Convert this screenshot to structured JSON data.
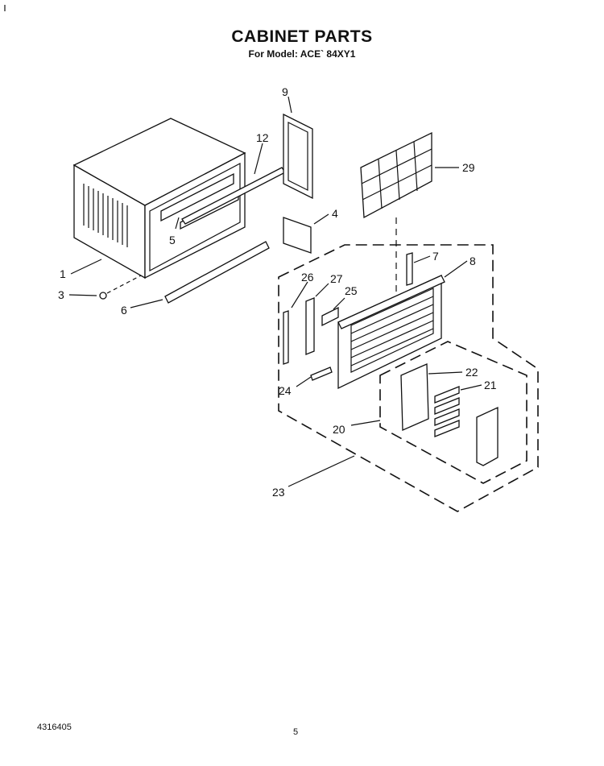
{
  "header": {
    "title": "CABINET PARTS",
    "subtitle": "For Model: ACE` 84XY1"
  },
  "footer": {
    "doc_number": "4316405",
    "page_number": "5"
  },
  "callouts": [
    "9",
    "12",
    "29",
    "4",
    "5",
    "1",
    "3",
    "6",
    "7",
    "8",
    "26",
    "27",
    "25",
    "22",
    "21",
    "24",
    "20",
    "23"
  ]
}
